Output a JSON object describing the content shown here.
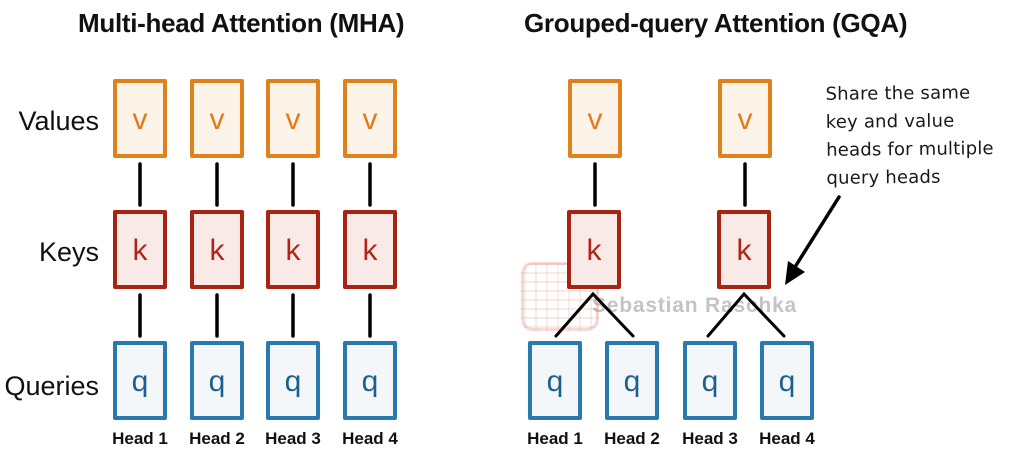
{
  "mha": {
    "title": "Multi-head Attention (MHA)",
    "value_labels": [
      "v",
      "v",
      "v",
      "v"
    ],
    "key_labels": [
      "k",
      "k",
      "k",
      "k"
    ],
    "query_labels": [
      "q",
      "q",
      "q",
      "q"
    ],
    "head_labels": [
      "Head 1",
      "Head 2",
      "Head 3",
      "Head 4"
    ]
  },
  "gqa": {
    "title": "Grouped-query Attention (GQA)",
    "value_labels": [
      "v",
      "v"
    ],
    "key_labels": [
      "k",
      "k"
    ],
    "query_labels": [
      "q",
      "q",
      "q",
      "q"
    ],
    "head_labels": [
      "Head 1",
      "Head 2",
      "Head 3",
      "Head 4"
    ],
    "annotation_lines": [
      "Share the same",
      "key and value",
      "heads for multiple",
      "query heads"
    ]
  },
  "row_labels": {
    "values": "Values",
    "keys": "Keys",
    "queries": "Queries"
  },
  "watermark": {
    "text": "Sebastian Raschka"
  },
  "colors": {
    "value_border": "#e0821c",
    "value_fill": "#fdf4e9",
    "value_text": "#e2791b",
    "key_border": "#a92313",
    "key_fill": "#faeae7",
    "key_text": "#b32417",
    "query_border": "#2979ae",
    "query_fill": "#f3f7fa",
    "query_text": "#1d5f8f",
    "connector": "#000000",
    "title_text": "#111111",
    "watermark_text": "#949494"
  }
}
